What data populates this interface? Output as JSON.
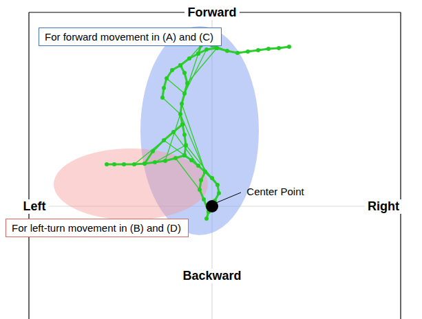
{
  "diagram": {
    "nodes": [
      {
        "text": [
          "For forward movement in (A) and (C)"
        ]
      },
      {
        "text": [
          "For left-turn movement in (B) and (D)"
        ]
      }
    ],
    "labels": [
      "Forward",
      "Left",
      "Right",
      "Backward",
      "Center Point"
    ]
  }
}
